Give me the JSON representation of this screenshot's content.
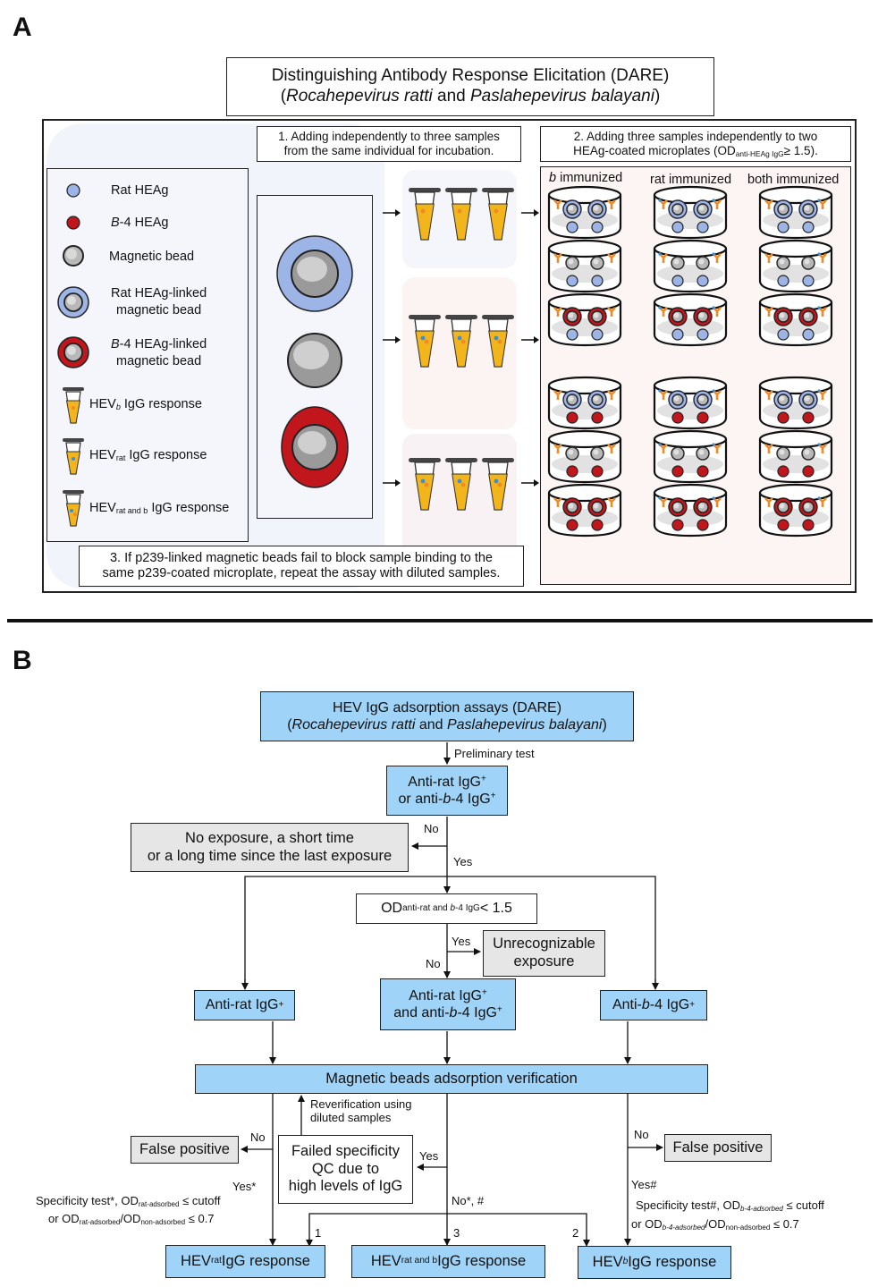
{
  "panelA": {
    "letter": "A",
    "title_line1": "Distinguishing Antibody Response Elicitation (DARE)",
    "title_paren_open": "(",
    "title_species1": "Rocahepevirus ratti",
    "title_and": " and ",
    "title_species2": "Paslahepevirus balayani",
    "title_paren_close": ")",
    "step1_line1": "1. Adding independently to three samples",
    "step1_line2": "from the same individual for incubation.",
    "step2_line1": "2. Adding three samples independently to two",
    "step2_line2_pre": "HEAg-coated  microplates (OD",
    "step2_line2_sub": "anti-HEAg IgG",
    "step2_line2_post": "≥ 1.5).",
    "step3_line1": "3. If p239-linked magnetic beads fail to block sample binding to the",
    "step3_line2": "same p239-coated microplate, repeat the assay with diluted samples.",
    "legend": {
      "rat_heag": "Rat HEAg",
      "b4_italic": "B",
      "b4_rest": "-4 HEAg",
      "magnetic_bead": "Magnetic bead",
      "rat_linked_l1": "Rat HEAg-linked",
      "rat_linked_l2": "magnetic bead",
      "b4_linked_italic": "B",
      "b4_linked_l1": "-4 HEAg-linked",
      "b4_linked_l2": "magnetic bead",
      "hev_b_pre": "HEV",
      "hev_b_sub": "b",
      "hev_b_post": " IgG response",
      "hev_rat_pre": "HEV",
      "hev_rat_sub": "rat",
      "hev_rat_post": " IgG response",
      "hev_both_pre": "HEV",
      "hev_both_sub": "rat and b",
      "hev_both_post": " IgG response"
    },
    "columns": {
      "b_italic": "b",
      "b_rest": " immunized",
      "rat": "rat immunized",
      "both": "both immunized"
    },
    "colors": {
      "rat_heag": "#9db4e6",
      "b4_heag": "#c0161c",
      "bead": "#b8b8b8",
      "tube_liquid": "#f2b51c",
      "antibody_orange": "#f08a24",
      "antibody_blue": "#3a8fd8"
    }
  },
  "panelB": {
    "letter": "B",
    "top_l1": "HEV IgG adsorption assays (DARE)",
    "top_l2_open": "(",
    "top_sp1": "Rocahepevirus ratti",
    "top_and": " and ",
    "top_sp2": "Paslahepevirus balayani",
    "top_l2_close": ")",
    "preliminary": "Preliminary test",
    "q1_l1_pre": "Anti-rat IgG",
    "q1_l1_sup": "+",
    "q1_l2_pre": "or anti-",
    "q1_l2_i": "b",
    "q1_l2_post": "-4 IgG",
    "q1_l2_sup": "+",
    "no_exposure_l1": "No exposure, a short time",
    "no_exposure_l2": "or a long time since the last exposure",
    "no": "No",
    "yes": "Yes",
    "od_pre": "OD",
    "od_sub_pre": "anti-rat and ",
    "od_sub_i": "b",
    "od_sub_post": "-4 IgG",
    "od_post": " < 1.5",
    "unrec_l1": "Unrecognizable",
    "unrec_l2": "exposure",
    "anti_rat": "Anti-rat IgG",
    "plus": "+",
    "both_l1": "Anti-rat IgG",
    "both_l2_pre": "and anti-",
    "both_l2_i": "b",
    "both_l2_post": "-4 IgG",
    "anti_b4_pre": "Anti-",
    "anti_b4_i": "b",
    "anti_b4_post": "-4 IgG",
    "mag_verify": "Magnetic beads adsorption verification",
    "reverif_l1": "Reverification using",
    "reverif_l2": "diluted samples",
    "false_positive": "False positive",
    "failed_l1": "Failed specificity",
    "failed_l2": "QC due to",
    "failed_l3": "high levels of IgG",
    "yes_star": "Yes*",
    "left_spec_l1_pre": "Specificity test*, OD",
    "left_spec_l1_sub": "rat-adsorbed",
    "left_spec_l1_post": " ≤ cutoff",
    "left_spec_l2_pre": "or OD",
    "left_spec_l2_sub1": "rat-adsorbed",
    "left_spec_l2_mid": "/OD",
    "left_spec_l2_sub2": "non-adsorbed",
    "left_spec_l2_post": " ≤ 0.7",
    "no_star_hash": "No*, #",
    "yes_hash": "Yes#",
    "right_spec_l1_pre": "Specificity test#, OD",
    "right_spec_l1_sub": "b-4-adsorbed",
    "right_spec_l1_post": " ≤ cutoff",
    "right_spec_l2_pre": "or OD",
    "right_spec_l2_sub1": "b-4-adsorbed",
    "right_spec_l2_mid": "/OD",
    "right_spec_l2_sub2": "non-adsorbed",
    "right_spec_l2_post": " ≤ 0.7",
    "n1": "1",
    "n2": "2",
    "n3": "3",
    "out_rat_pre": "HEV",
    "out_rat_sub": "rat",
    "out_rat_post": " IgG response",
    "out_both_pre": "HEV",
    "out_both_sub": "rat and b",
    "out_both_post": " IgG response",
    "out_b_pre": "HEV",
    "out_b_sub": "b",
    "out_b_post": " IgG response",
    "colors": {
      "blue_box": "#9fd3f7",
      "grey_box": "#e6e6e6"
    }
  }
}
